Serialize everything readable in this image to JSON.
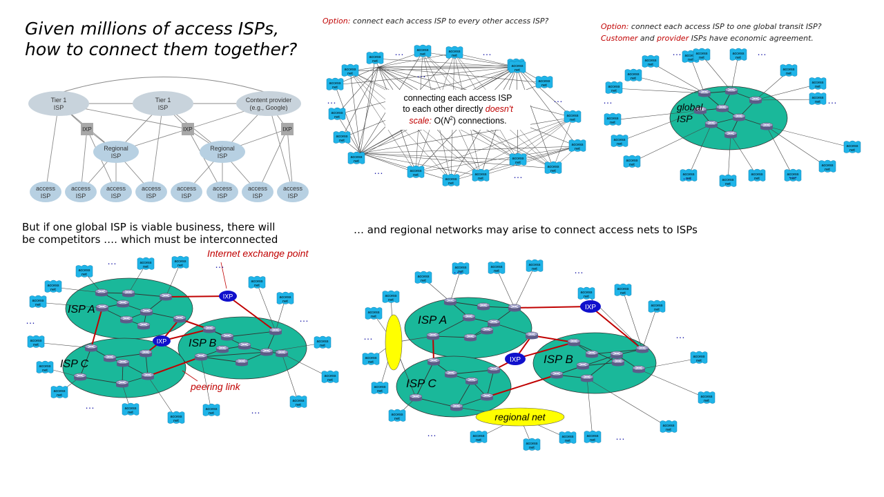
{
  "slide": {
    "title": "Given millions of access ISPs, how to connect them together?",
    "caption_mesh": {
      "option": "Option:",
      "text": " connect each access ISP to every other access ISP?"
    },
    "caption_global": {
      "option": "Option:",
      "text1": " connect each access ISP to one global transit ISP?",
      "customer": "Customer",
      "and": " and ",
      "provider": "provider",
      "text2": " ISPs have economic agreement."
    },
    "text_competitors": "But if one global ISP is viable business, there will be competitors …. which must be interconnected",
    "text_regional": "… and regional networks may arise to connect access nets to ISPs"
  },
  "hierarchy": {
    "tier1_a": [
      "Tier 1",
      "ISP"
    ],
    "tier1_b": [
      "Tier 1",
      "ISP"
    ],
    "content": [
      "Content provider",
      "(e.g., Google)"
    ],
    "ixp": "IXP",
    "regional": [
      "Regional",
      "ISP"
    ],
    "access": [
      "access",
      "ISP"
    ]
  },
  "mesh": {
    "note1": "connecting each access ISP",
    "note2": "to each other directly ",
    "note2_red": "doesn't",
    "note3_red": "scale:",
    "note3_a": " O(",
    "note3_n": "N",
    "note3_sup": "2",
    "note3_b": ") connections."
  },
  "labels": {
    "access": "access",
    "net": "net",
    "ellipsis": "…",
    "global_isp": [
      "global",
      "ISP"
    ],
    "isp_a": "ISP A",
    "isp_b": "ISP B",
    "isp_c": "ISP C",
    "ixp": "IXP",
    "internet_exchange_point": "Internet exchange point",
    "peering_link": "peering link",
    "regional_net": "regional net"
  },
  "colors": {
    "cloud": "#1fb4e8",
    "isp_fill": "#1ab89a",
    "ixp_fill": "#1010cc",
    "red_link": "#c00000",
    "regional_fill": "#ffff00",
    "hier_ellipse": "#c8d3dc",
    "hier_regional": "#b7d0e2",
    "ixp_box": "#a8a8a8"
  }
}
